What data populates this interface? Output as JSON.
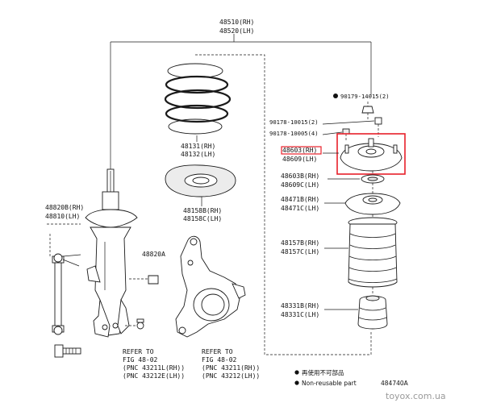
{
  "colors": {
    "highlight_box": "#e8202a",
    "ink": "#1a1a1a",
    "watermark": "#9a9a9a",
    "marker": "#111111"
  },
  "labels": {
    "top_rh": "48510(RH)",
    "top_lh": "48520(LH)",
    "spring_rh": "48131(RH)",
    "spring_lh": "48132(LH)",
    "insulator_rh": "48158B(RH)",
    "insulator_lh": "48158C(LH)",
    "stab_rh": "48820B(RH)",
    "stab_lh": "48810(LH)",
    "nut": "48820A",
    "nut_top": "90179-14015(2)",
    "nut_a": "90178-10015(2)",
    "nut_b": "90178-10005(4)",
    "support_rh": "48603(RH)",
    "support_lh": "48609(LH)",
    "bearing_rh": "48603B(RH)",
    "bearing_lh": "48609C(LH)",
    "seat_rh": "48471B(RH)",
    "seat_lh": "48471C(LH)",
    "boot_rh": "48157B(RH)",
    "boot_lh": "48157C(LH)",
    "bumper_rh": "48331B(RH)",
    "bumper_lh": "48331C(LH)",
    "ref1_l1": "REFER TO",
    "ref1_l2": "FIG 48-02",
    "ref1_l3": "(PNC 43211L(RH))",
    "ref1_l4": "(PNC 43212E(LH))",
    "ref2_l1": "REFER TO",
    "ref2_l2": "FIG 48-02",
    "ref2_l3": "(PNC 43211(RH))",
    "ref2_l4": "(PNC 43212(LH))",
    "legend_cn": "再使用不可部品",
    "legend_en": "Non-reusable part",
    "fig_code": "484740A",
    "watermark": "toyox.com.ua"
  }
}
